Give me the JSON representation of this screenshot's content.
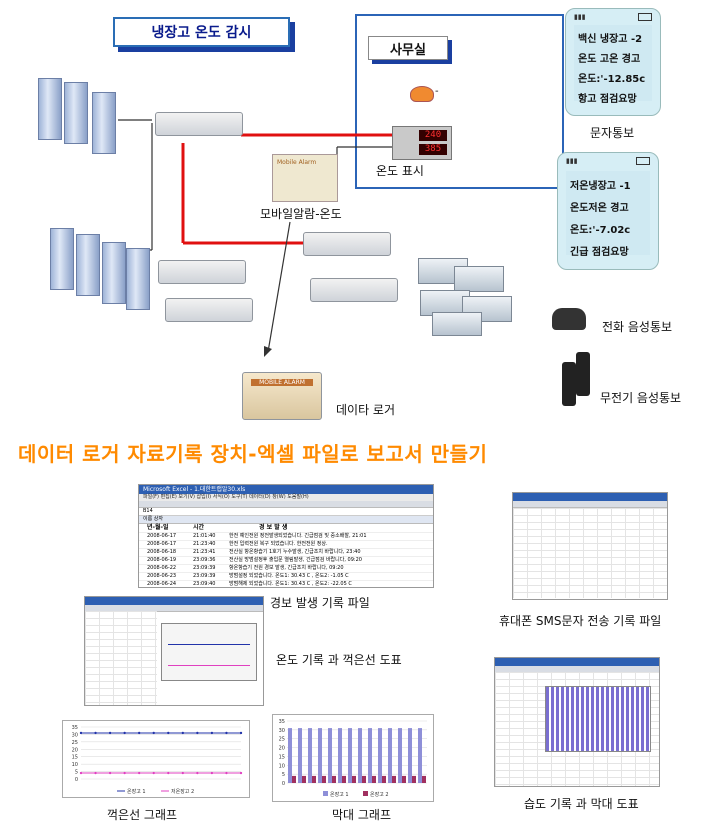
{
  "title": "냉장고 온도 감시",
  "office": {
    "label": "사무실"
  },
  "labels": {
    "temp_display": "온도 표시",
    "mobile_alarm": "모바일알람-온도",
    "data_logger": "데이타 로거",
    "sms_notice": "문자통보",
    "phone_voice": "전화 음성통보",
    "radio_voice": "무전기 음성통보"
  },
  "devices": {
    "mobile_alarm_unit": "Mobile Alarm",
    "logger_unit": "MOBILE ALARM",
    "display_top": "240",
    "display_bottom": "385"
  },
  "sms1": {
    "lines": [
      "백신 냉장고 -2",
      "온도 고온 경고",
      "온도:'-12.85c",
      "항고 점검요망"
    ]
  },
  "sms2": {
    "lines": [
      "저온냉장고 -1",
      "온도저온 경고",
      "온도:'-7.02c",
      "긴급 점검요망"
    ]
  },
  "headline": "데이터 로거 자료기록 장치-엑셀 파일로 보고서 만들기",
  "captions": {
    "alarm_file": "경보 발생 기록 파일",
    "sms_file": "휴대폰 SMS문자 전송 기록 파일",
    "temp_graph": "온도 기록 과 꺽은선 도표",
    "line_graph": "꺽은선 그래프",
    "bar_graph": "막대 그래프",
    "humidity": "습도 기록 과 막대 도표"
  },
  "excel": {
    "window_title": "Microsoft Excel - 1.대한트랩알30.xls",
    "menu": "파일(F)  편집(E)  보기(V)  삽입(I)  서식(O)  도구(T)  데이터(D)  창(W)  도움말(H)",
    "cell_ref": "B14",
    "sheet_tab": "이름 상자",
    "headers": [
      "년-월-일",
      "시간",
      "경 보 발 생"
    ],
    "rows": [
      [
        "2008-06-17",
        "21:01:40",
        "한전 예인전원 정전발생되었습니다. 긴급점검 및 중소배찰, 21:01"
      ],
      [
        "2008-06-17",
        "21:23:40",
        "한전 입력전원 복구 되었습니다. 한전전원 정상."
      ],
      [
        "2008-06-18",
        "21:23:41",
        "전산실 항온항습기 1호기 누수발생, 긴급조치 바랍니다, 23:40"
      ],
      [
        "2008-06-19",
        "23:09:36",
        "전산실 방범설정후 출입문 열림발생, 긴급점검 바랍니다, 09:20"
      ],
      [
        "2008-06-22",
        "23:09:39",
        "항온항습기 전원 경보 발생, 긴급조치 바랍니다, 09:20"
      ],
      [
        "2008-06-23",
        "23:09:39",
        "방범설정 되었습니다. 온도1: 30.43 C , 온도2: -1.05 C"
      ],
      [
        "2008-06-24",
        "23:09:40",
        "방범해제 되었습니다. 온도1: 30.43 C , 온도2: -22.05 C"
      ]
    ]
  },
  "chart_data": [
    {
      "type": "line",
      "title": "",
      "ylim": [
        0,
        35
      ],
      "yticks": [
        "35",
        "30",
        "25",
        "20",
        "15",
        "10",
        "5",
        "0"
      ],
      "series": [
        {
          "name": "온장고 1",
          "color": "#2233aa",
          "values": [
            31,
            31,
            31,
            31,
            31,
            31,
            31,
            31,
            31,
            31,
            31,
            31
          ]
        },
        {
          "name": "저온장고 2",
          "color": "#e040c0",
          "values": [
            4,
            4,
            4,
            4,
            4,
            4,
            4,
            4,
            4,
            4,
            4,
            4
          ]
        }
      ]
    },
    {
      "type": "bar",
      "title": "",
      "ylim": [
        0,
        35
      ],
      "yticks": [
        "35",
        "30",
        "25",
        "20",
        "15",
        "10",
        "5",
        "0"
      ],
      "series": [
        {
          "name": "온장고 1",
          "color": "#8e8fd8",
          "values": [
            31,
            31,
            31,
            31,
            31,
            31,
            31,
            31,
            31,
            31,
            31,
            31,
            31,
            31
          ]
        },
        {
          "name": "온장고 2",
          "color": "#a03060",
          "values": [
            4,
            4,
            4,
            4,
            4,
            4,
            4,
            4,
            4,
            4,
            4,
            4,
            4,
            4
          ]
        }
      ]
    }
  ]
}
